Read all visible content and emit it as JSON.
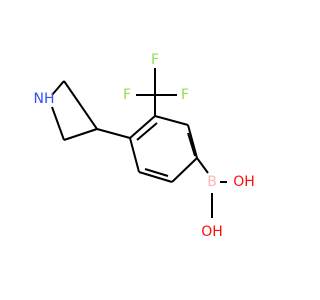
{
  "colors": {
    "bond": "#000000",
    "N": "#3050F8",
    "F": "#90E050",
    "B": "#FFB5B5",
    "O": "#FF0D0D"
  },
  "atoms": {
    "nh": "NH",
    "f_top": "F",
    "f_left": "F",
    "f_right": "F",
    "b": "B",
    "oh_right": "OH",
    "oh_bottom": "OH"
  }
}
